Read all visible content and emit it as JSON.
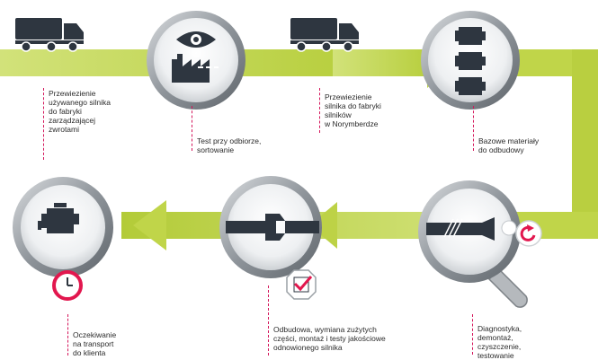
{
  "colors": {
    "arrow_green": "#c3d84f",
    "arrow_green_dark": "#a9c23a",
    "icon_dark": "#2e3640",
    "accent_red": "#e2174e",
    "dash_red": "#d4155a",
    "ring_gray": "#8f959b"
  },
  "steps": [
    {
      "id": "s1",
      "text": "Przewiezienie\nużywanego silnika\ndo fabryki\nzarządzającej\nzwrotami",
      "icon": "truck-icon"
    },
    {
      "id": "s2",
      "text": "Test przy odbiorze,\nsortowanie",
      "icon": "eye-factory-icon"
    },
    {
      "id": "s3",
      "text": "Przewiezienie\nsilnika do fabryki\nsilników\nw Norymberdze",
      "icon": "truck-icon"
    },
    {
      "id": "s4",
      "text": "Bazowe materiały\ndo odbudowy",
      "icon": "engines-stack-icon"
    },
    {
      "id": "s5",
      "text": "Diagnostyka,\ndemontaż,\nczyszczenie,\ntestowanie",
      "icon": "magnifier-icon"
    },
    {
      "id": "s6",
      "text": "Odbudowa, wymiana zużytych\nczęści, montaż i testy jakościowe\nodnowionego silnika",
      "icon": "wrench-icon"
    },
    {
      "id": "s7",
      "text": "Oczekiwanie\nna transport\ndo klienta",
      "icon": "engine-clock-icon"
    }
  ]
}
